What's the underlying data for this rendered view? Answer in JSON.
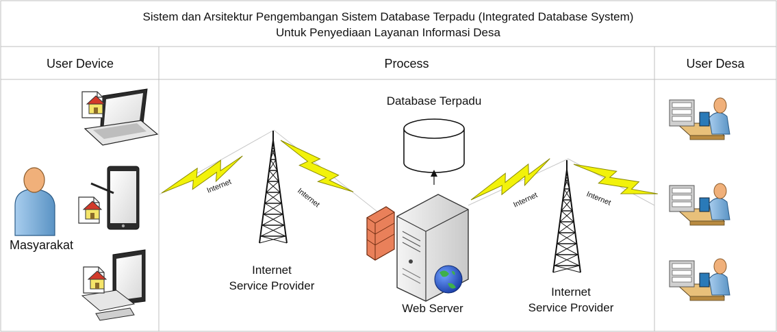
{
  "title": {
    "line1": "Sistem dan Arsitektur Pengembangan Sistem Database Terpadu (Integrated Database System)",
    "line2": "Untuk Penyediaan Layanan Informasi Desa"
  },
  "columns": {
    "user_device": "User Device",
    "process": "Process",
    "user_desa": "User Desa"
  },
  "labels": {
    "masyarakat": "Masyarakat",
    "database": "Database Terpadu",
    "web_server": "Web Server",
    "isp_left_1": "Internet",
    "isp_left_2": "Service Provider",
    "isp_right_1": "Internet",
    "isp_right_2": "Service Provider",
    "internet": "Internet"
  },
  "colors": {
    "bolt": "#f2f20a",
    "bolt_stroke": "#8a8a00",
    "person_body": "#7fb3dc",
    "person_head": "#f0b07a",
    "firewall": "#e9805a",
    "globe": "#2a5ad6",
    "desk": "#e8c07a",
    "house_roof": "#d23a2a",
    "house_wall": "#f5e56a"
  },
  "icons": [
    "laptop-icon",
    "tablet-icon",
    "desktop-computer-icon",
    "person-icon",
    "tower-icon",
    "firewall-icon",
    "server-icon",
    "globe-icon",
    "database-icon",
    "workstation-icon",
    "house-document-icon",
    "lightning-bolt-icon"
  ]
}
